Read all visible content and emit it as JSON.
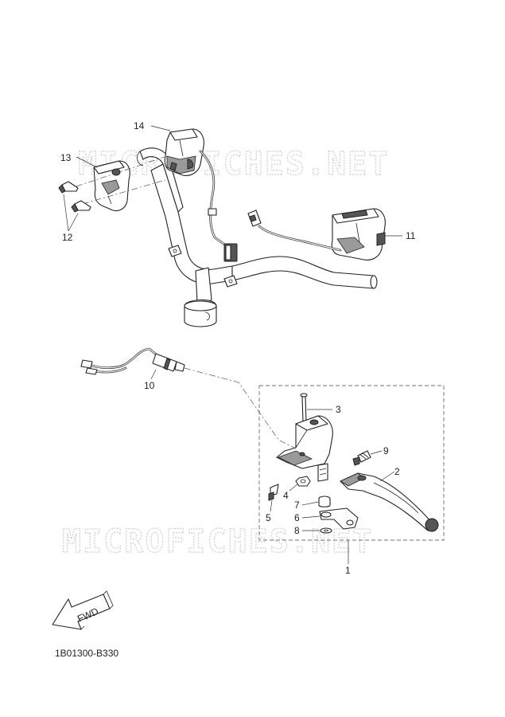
{
  "watermark": {
    "text": "MICROFICHES.NET"
  },
  "fwd_label": "FWD",
  "diagram_code": "1B01300-B330",
  "callouts": {
    "c1": "1",
    "c2": "2",
    "c3": "3",
    "c4": "4",
    "c5": "5",
    "c6": "6",
    "c7": "7",
    "c8": "8",
    "c9": "9",
    "c10": "10",
    "c11": "11",
    "c12": "12",
    "c13": "13",
    "c14": "14"
  }
}
